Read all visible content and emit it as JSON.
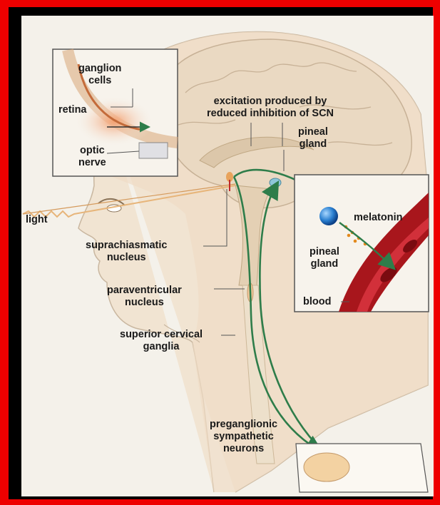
{
  "colors": {
    "border": "#ee0000",
    "background": "#000000",
    "pathway": "#2e7d4a",
    "skin": "#e8c9a8",
    "blood": "#a8161c"
  },
  "labels": {
    "ganglion_cells": "ganglion\ncells",
    "retina": "retina",
    "optic_nerve": "optic\nnerve",
    "excitation": "excitation produced by\nreduced inhibition of SCN",
    "pineal_gland_top": "pineal\ngland",
    "light": "light",
    "scn": "suprachiasmatic\nnucleus",
    "pvn": "paraventricular\nnucleus",
    "scg": "superior cervical\nganglia",
    "preganglionic": "preganglionic\nsympathetic\nneurons",
    "melatonin": "melatonin",
    "pineal_gland_inset": "pineal\ngland",
    "blood": "blood"
  }
}
